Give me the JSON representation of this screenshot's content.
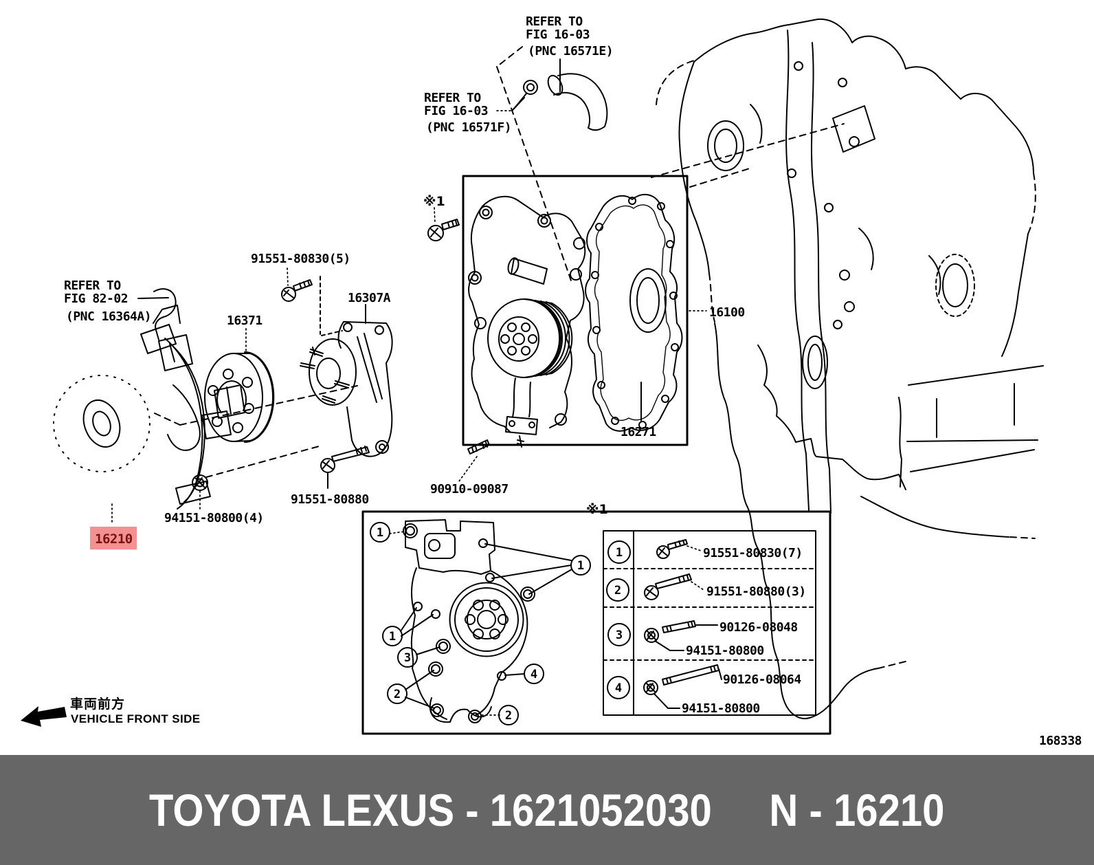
{
  "diagram": {
    "figure_code": "168338",
    "note_marker": "※1",
    "refer_labels": {
      "fig1603e": {
        "l1": "REFER TO",
        "l2": "FIG 16-03",
        "l3": "(PNC 16571E)"
      },
      "fig1603f": {
        "l1": "REFER TO",
        "l2": "FIG 16-03",
        "l3": "(PNC 16571F)"
      },
      "fig8202": {
        "l1": "REFER TO",
        "l2": "FIG 82-02",
        "l3": "(PNC 16364A)"
      }
    },
    "parts": {
      "bolt_80830_5": "91551-80830(5)",
      "pulley": "16371",
      "bracket": "16307A",
      "water_pump_assy": "16100",
      "gasket": "16271",
      "stud_90910": "90910-09087",
      "bolt_80880": "91551-80880",
      "nut_80800_4": "94151-80800(4)",
      "fan_coupling": "16210"
    },
    "callouts": [
      "1",
      "1",
      "1",
      "3",
      "2",
      "4",
      "2"
    ],
    "fastener_table": {
      "rows": [
        {
          "num": "1",
          "parts": [
            "91551-80830(7)"
          ]
        },
        {
          "num": "2",
          "parts": [
            "91551-80880(3)"
          ]
        },
        {
          "num": "3",
          "parts": [
            "90126-08048",
            "94151-80800"
          ]
        },
        {
          "num": "4",
          "parts": [
            "90126-08064",
            "94151-80800"
          ]
        }
      ]
    },
    "direction": {
      "jp": "車両前方",
      "en": "VEHICLE FRONT SIDE"
    }
  },
  "footer": {
    "left": "TOYOTA LEXUS - 1621052030",
    "right": "N - 16210"
  },
  "colors": {
    "highlight_bg": "#f29191",
    "highlight_text": "#7a1212",
    "footer_bg": "#666666",
    "footer_text": "#ffffff",
    "line": "#000000"
  }
}
